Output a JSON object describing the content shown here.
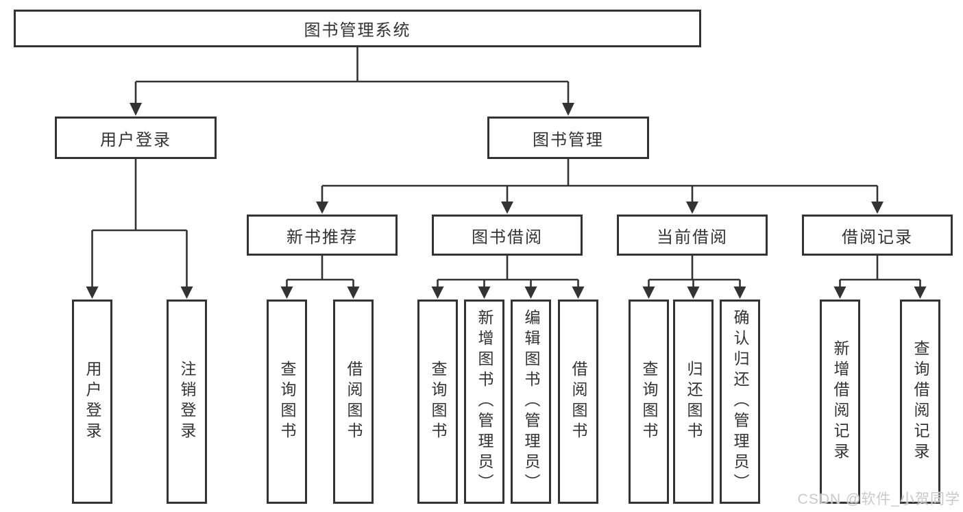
{
  "diagram": {
    "root": {
      "label": "图书管理系统"
    },
    "branches": [
      {
        "label": "用户登录",
        "children": [
          {
            "label": "用户登录"
          },
          {
            "label": "注销登录"
          }
        ]
      },
      {
        "label": "图书管理",
        "children": [
          {
            "label": "新书推荐",
            "children": [
              {
                "label": "查询图书"
              },
              {
                "label": "借阅图书"
              }
            ]
          },
          {
            "label": "图书借阅",
            "children": [
              {
                "label": "查询图书"
              },
              {
                "label": "新增图书（管理员）"
              },
              {
                "label": "编辑图书（管理员）"
              },
              {
                "label": "借阅图书"
              }
            ]
          },
          {
            "label": "当前借阅",
            "children": [
              {
                "label": "查询图书"
              },
              {
                "label": "归还图书"
              },
              {
                "label": "确认归还（管理员）"
              }
            ]
          },
          {
            "label": "借阅记录",
            "children": [
              {
                "label": "新增借阅记录"
              },
              {
                "label": "查询借阅记录"
              }
            ]
          }
        ]
      }
    ],
    "line_color": "#333333",
    "background_color": "#ffffff"
  },
  "watermark": {
    "text": "CSDN @软件_小贺同学",
    "color": "#c9c9c9"
  }
}
